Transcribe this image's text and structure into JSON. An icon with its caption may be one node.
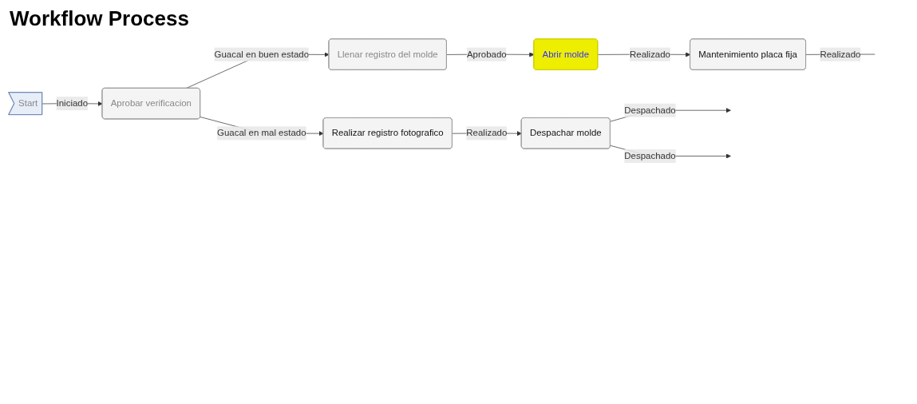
{
  "diagram": {
    "title": "Workflow Process",
    "nodes": [
      {
        "text": [
          "Start"
        ]
      },
      {
        "text": [
          "Aprobar verificacion"
        ]
      },
      {
        "text": [
          "Llenar registro del molde"
        ]
      },
      {
        "text": [
          "Abrir molde"
        ]
      },
      {
        "text": [
          "Mantenimiento placa fija"
        ]
      },
      {
        "text": [
          "Realizar registro fotografico"
        ]
      },
      {
        "text": [
          "Despachar molde"
        ]
      }
    ],
    "edges": [
      {
        "from": 0,
        "to": 1,
        "arrow": "to",
        "label": "Iniciado"
      },
      {
        "from": 1,
        "to": 2,
        "arrow": "to",
        "label": "Guacal en buen estado"
      },
      {
        "from": 2,
        "to": 3,
        "arrow": "to",
        "label": "Aprobado"
      },
      {
        "from": 3,
        "to": 4,
        "arrow": "to",
        "label": "Realizado"
      },
      {
        "from": 4,
        "to": null,
        "arrow": "none",
        "label": "Realizado"
      },
      {
        "from": 1,
        "to": 5,
        "arrow": "to",
        "label": "Guacal en mal estado"
      },
      {
        "from": 5,
        "to": 6,
        "arrow": "to",
        "label": "Realizado"
      },
      {
        "from": 6,
        "to": null,
        "arrow": "to",
        "label": "Despachado"
      },
      {
        "from": 6,
        "to": null,
        "arrow": "to",
        "label": "Despachado"
      }
    ]
  }
}
